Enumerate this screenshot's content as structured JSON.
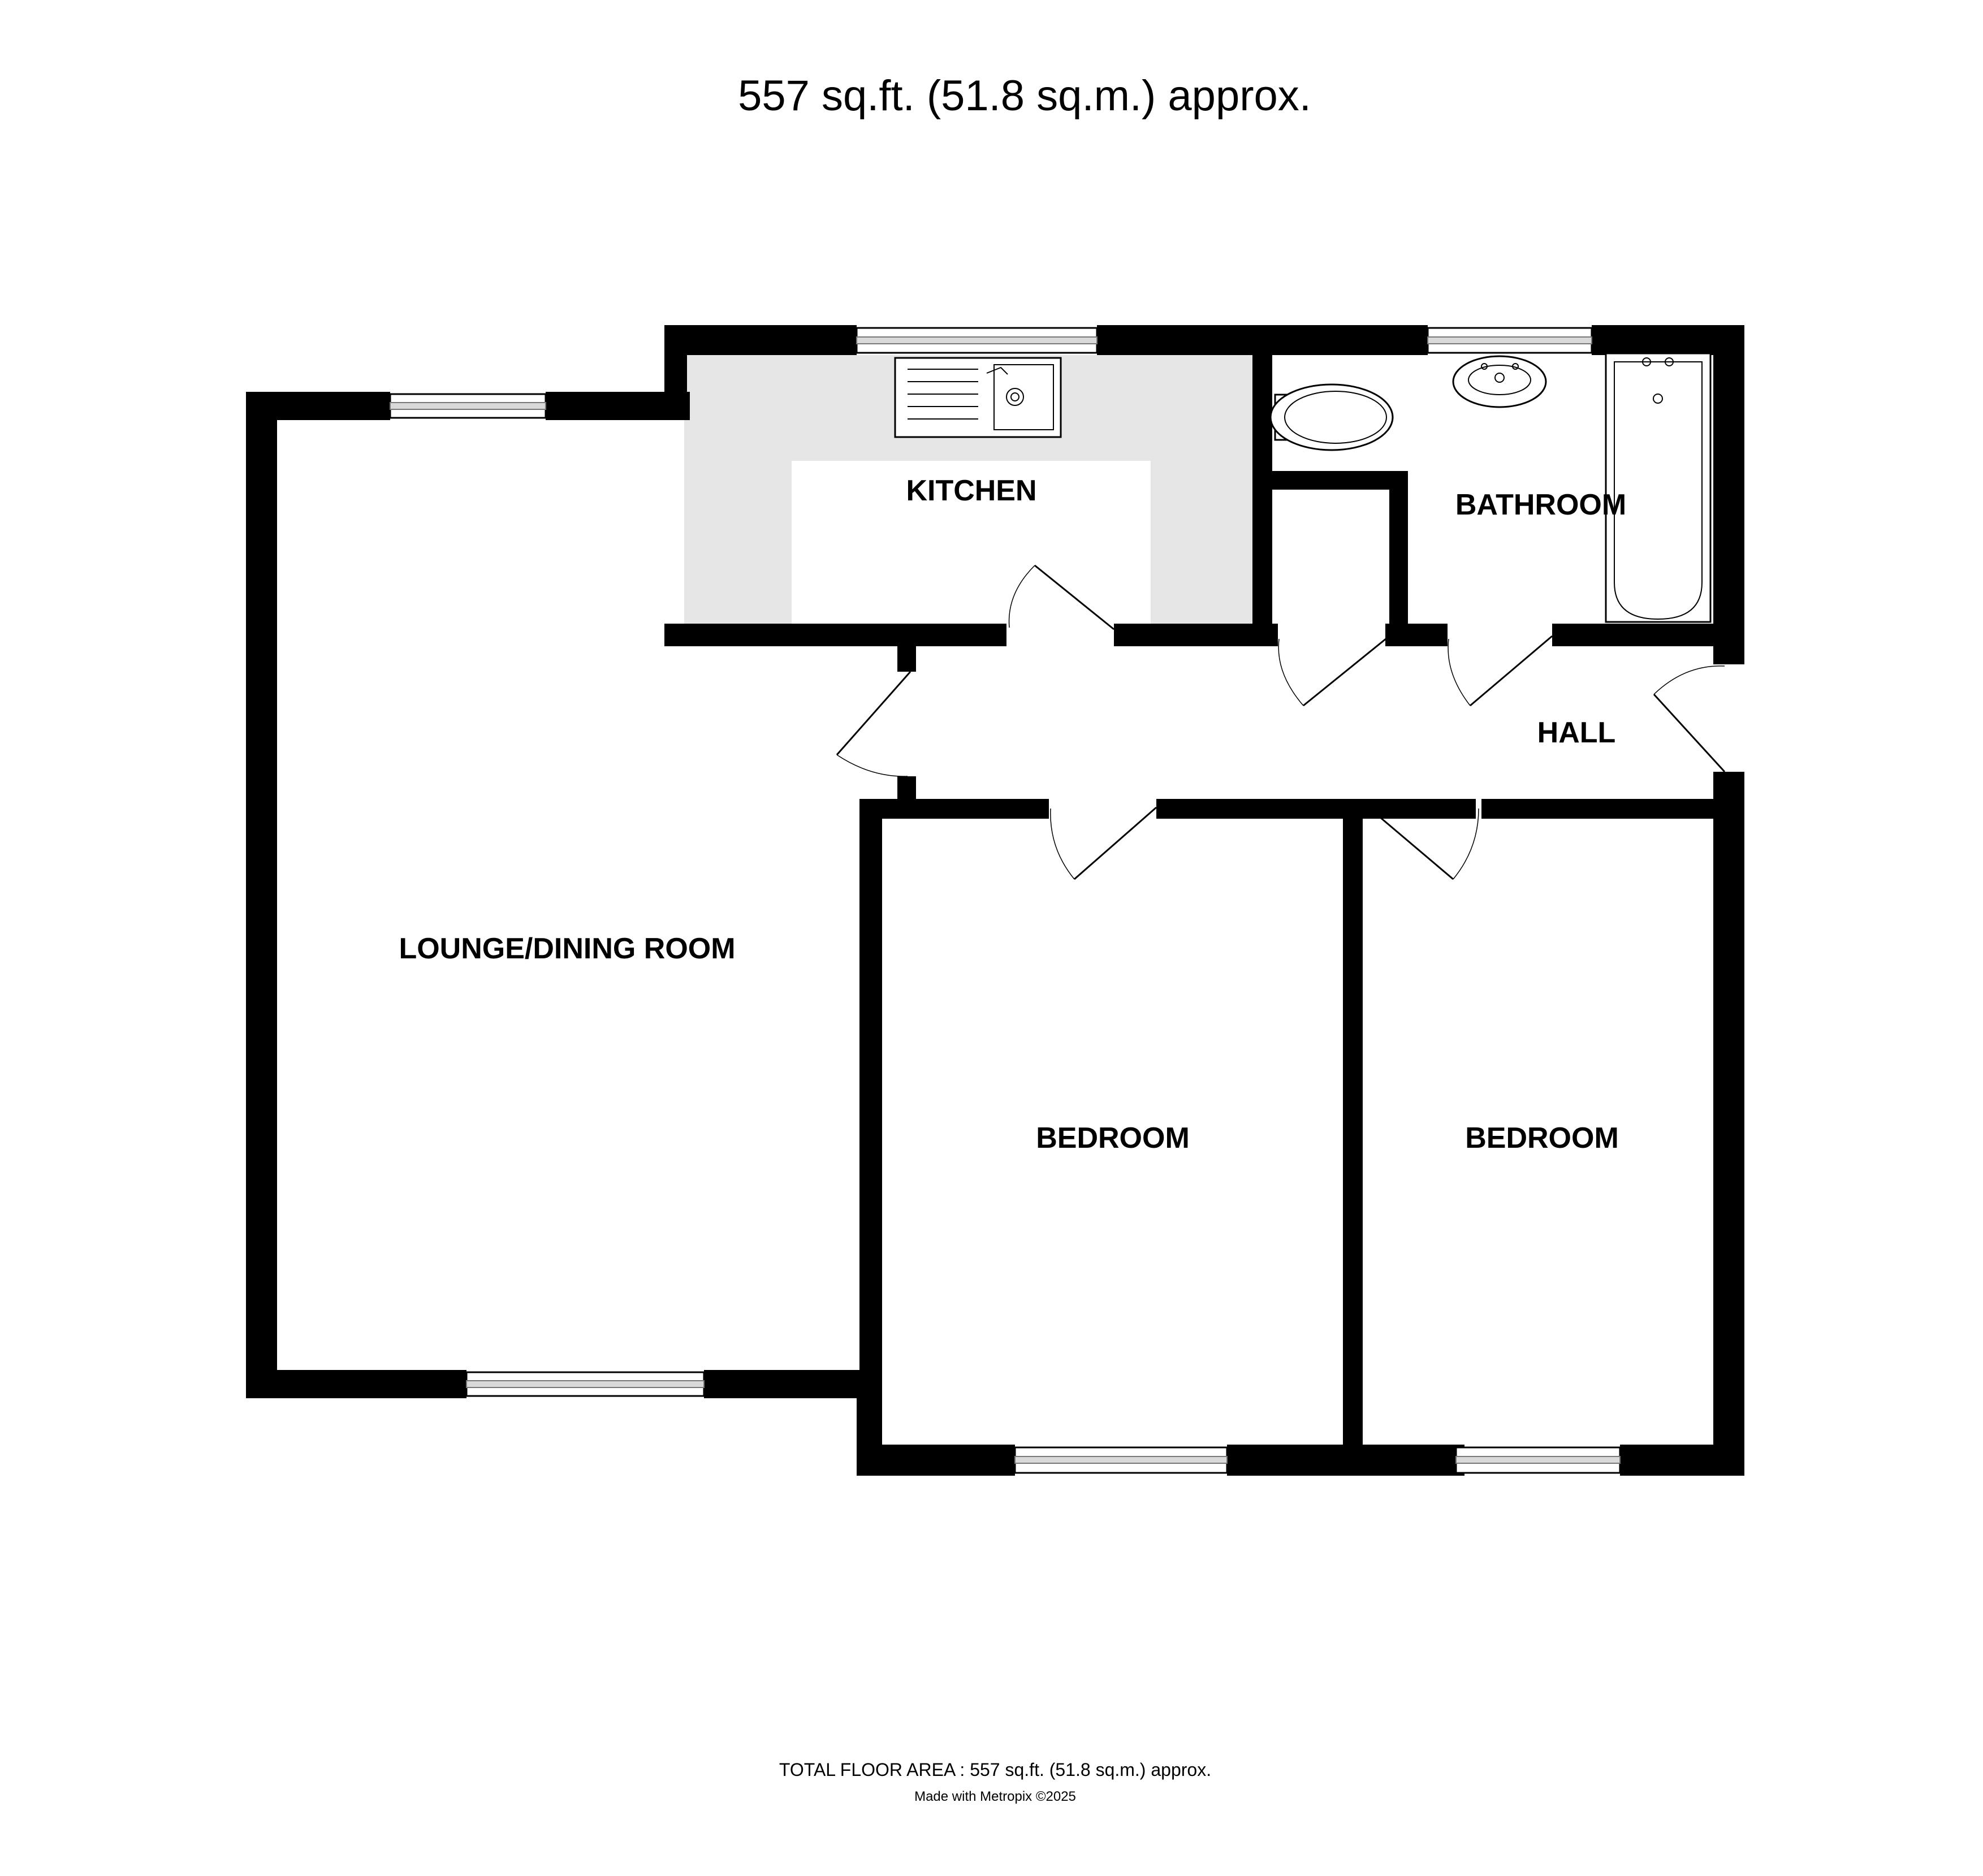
{
  "header": {
    "area_text": "557 sq.ft. (51.8 sq.m.) approx."
  },
  "rooms": {
    "kitchen": "KITCHEN",
    "bathroom": "BATHROOM",
    "hall": "HALL",
    "lounge": "LOUNGE/DINING ROOM",
    "bedroom_1": "BEDROOM",
    "bedroom_2": "BEDROOM"
  },
  "footer": {
    "total_area": "TOTAL FLOOR AREA : 557 sq.ft. (51.8 sq.m.) approx.",
    "credit": "Made with Metropix ©2025"
  },
  "colors": {
    "wall": "#000000",
    "kitchen_worktop": "#e6e6e6",
    "background": "#ffffff"
  }
}
